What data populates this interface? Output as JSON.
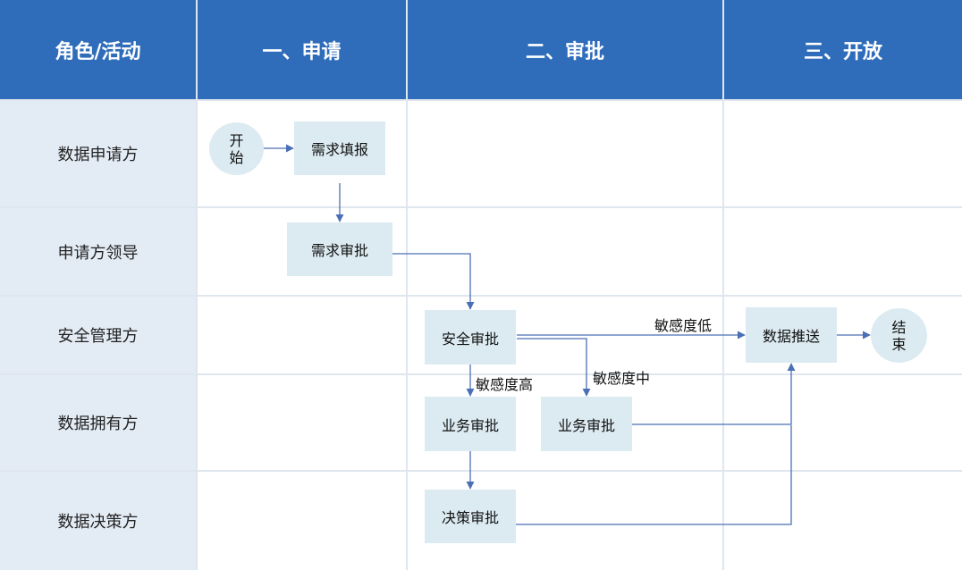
{
  "headers": [
    "角色/活动",
    "一、申请",
    "二、审批",
    "三、开放"
  ],
  "roles": [
    "数据申请方",
    "申请方领导",
    "安全管理方",
    "数据拥有方",
    "数据决策方"
  ],
  "nodes": {
    "start": "开始",
    "demand_fill": "需求填报",
    "demand_review": "需求审批",
    "security_review": "安全审批",
    "business_review_high": "业务审批",
    "business_review_mid": "业务审批",
    "decision_review": "决策审批",
    "data_push": "数据推送",
    "end": "结束"
  },
  "edge_labels": {
    "low": "敏感度低",
    "high": "敏感度高",
    "mid": "敏感度中"
  },
  "colors": {
    "header_bg": "#2f6dba",
    "role_bg": "#e3ebf4",
    "node_bg": "#dcebf1",
    "arrow": "#4a6fb5",
    "grid": "#dfe6ee"
  }
}
